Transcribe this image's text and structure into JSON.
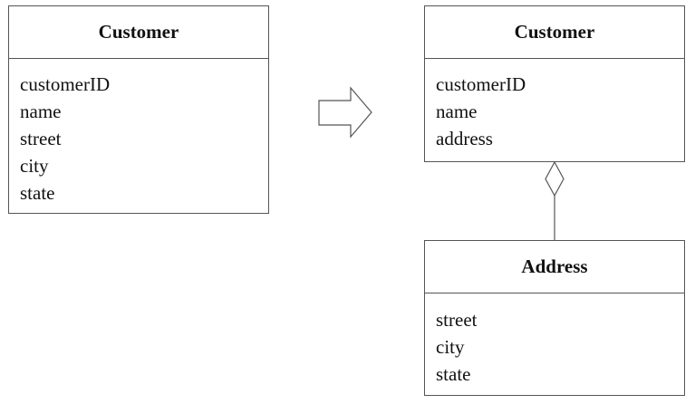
{
  "before": {
    "class_name": "Customer",
    "attributes": [
      "customerID",
      "name",
      "street",
      "city",
      "state"
    ]
  },
  "after": {
    "customer": {
      "class_name": "Customer",
      "attributes": [
        "customerID",
        "name",
        "address"
      ]
    },
    "address": {
      "class_name": "Address",
      "attributes": [
        "street",
        "city",
        "state"
      ]
    },
    "relationship": "aggregation"
  },
  "colors": {
    "stroke": "#555555",
    "text": "#111111",
    "background": "#ffffff"
  },
  "icons": {
    "transform_arrow": "hollow-right-arrow",
    "aggregation_end": "hollow-diamond"
  }
}
